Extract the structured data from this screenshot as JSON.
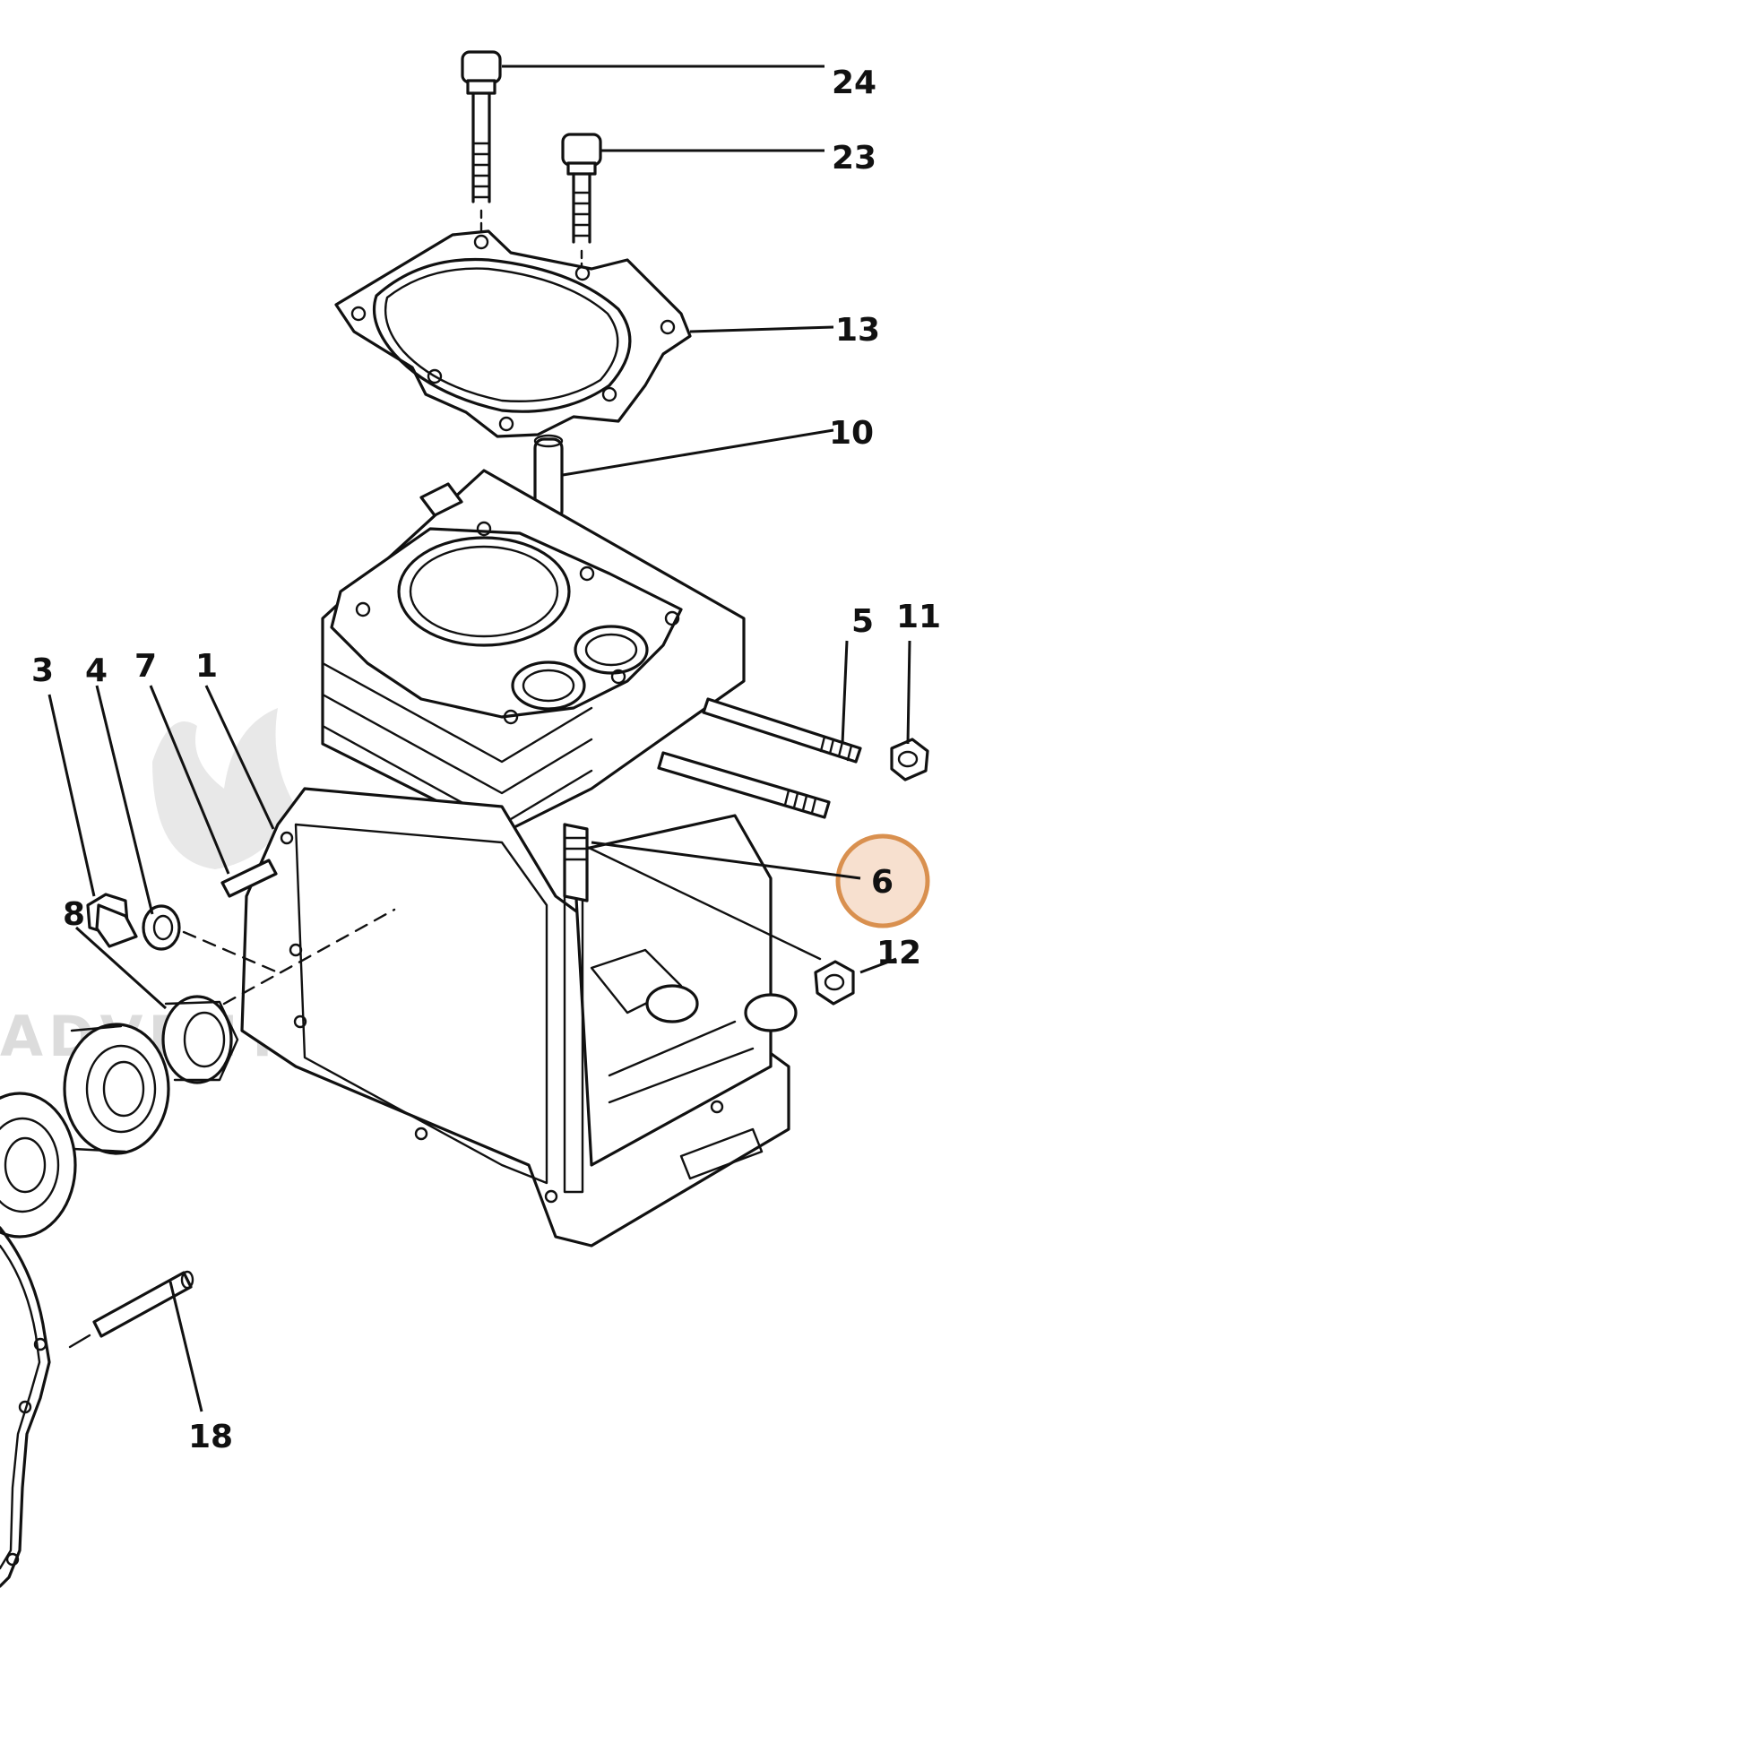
{
  "diagram": {
    "watermark": "ADVENTURE",
    "highlight_color": "#e3a26c",
    "callouts": {
      "c24": "24",
      "c23": "23",
      "c13": "13",
      "c10": "10",
      "c5": "5",
      "c11": "11",
      "c3": "3",
      "c4": "4",
      "c7": "7",
      "c1": "1",
      "c6": "6",
      "c8": "8",
      "c12": "12",
      "c18": "18"
    }
  }
}
